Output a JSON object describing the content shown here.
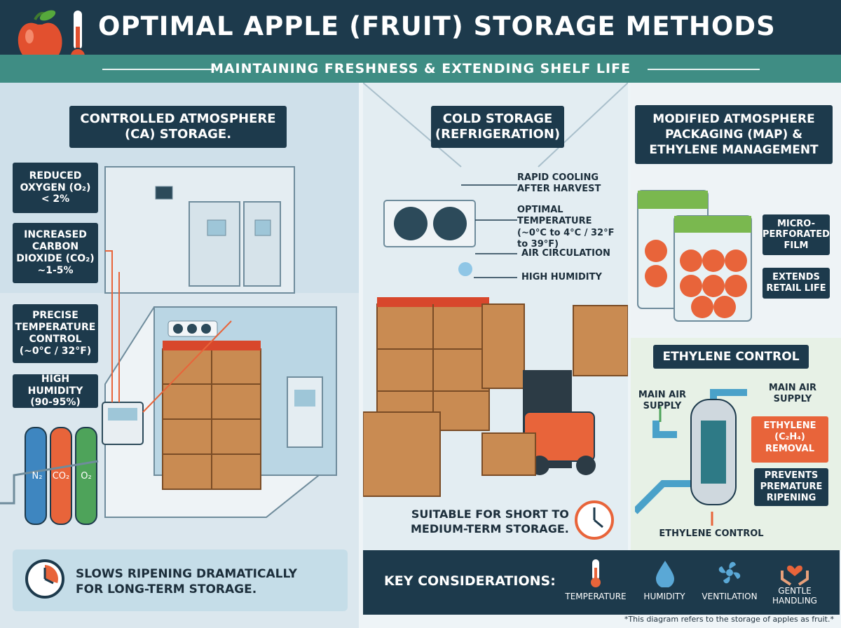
{
  "header": {
    "title": "OPTIMAL APPLE (FRUIT) STORAGE METHODS",
    "subtitle": "MAINTAINING FRESHNESS & EXTENDING SHELF LIFE"
  },
  "ca": {
    "title": "CONTROLLED ATMOSPHERE\n(CA) STORAGE.",
    "labels": [
      "REDUCED\nOXYGEN (O₂)\n< 2%",
      "INCREASED\nCARBON\nDIOXIDE (CO₂)\n~1-5%",
      "PRECISE\nTEMPERATURE\nCONTROL\n(~0°C / 32°F)",
      "HIGH HUMIDITY\n(90-95%)"
    ],
    "tanks": [
      "N₂",
      "CO₂",
      "O₂"
    ],
    "footer": "SLOWS RIPENING DRAMATICALLY\nFOR LONG-TERM STORAGE."
  },
  "cold": {
    "title": "COLD STORAGE\n(REFRIGERATION)",
    "notes": [
      "RAPID COOLING\nAFTER HARVEST",
      "OPTIMAL\nTEMPERATURE\n(~0°C to 4°C / 32°F to 39°F)",
      "AIR CIRCULATION",
      "HIGH HUMIDITY"
    ],
    "footer": "SUITABLE FOR SHORT TO\nMEDIUM-TERM STORAGE."
  },
  "map": {
    "title": "MODIFIED ATMOSPHERE\nPACKAGING (MAP) &\nETHYLENE MANAGEMENT",
    "labels": [
      "MICRO-\nPERFORATED\nFILM",
      "EXTENDS\nRETAIL LIFE"
    ]
  },
  "ethylene": {
    "title": "ETHYLENE CONTROL",
    "in_label": "MAIN AIR\nSUPPLY",
    "out_label": "MAIN AIR\nSUPPLY",
    "removal": "ETHYLENE\n(C₂H₄)\nREMOVAL",
    "prevents": "PREVENTS\nPREMATURE\nRIPENING",
    "bottom": "ETHYLENE CONTROL"
  },
  "key": {
    "title": "KEY CONSIDERATIONS:",
    "items": [
      {
        "label": "TEMPERATURE",
        "icon": "thermometer-icon"
      },
      {
        "label": "HUMIDITY",
        "icon": "droplet-icon"
      },
      {
        "label": "VENTILATION",
        "icon": "fan-icon"
      },
      {
        "label": "GENTLE\nHANDLING",
        "icon": "hands-heart-icon"
      }
    ]
  },
  "footnote": "*This diagram refers to the storage of apples as fruit.*",
  "colors": {
    "navy": "#1d3a4c",
    "teal": "#3f8d84",
    "orange": "#e8643a",
    "crate": "#b97a46"
  }
}
